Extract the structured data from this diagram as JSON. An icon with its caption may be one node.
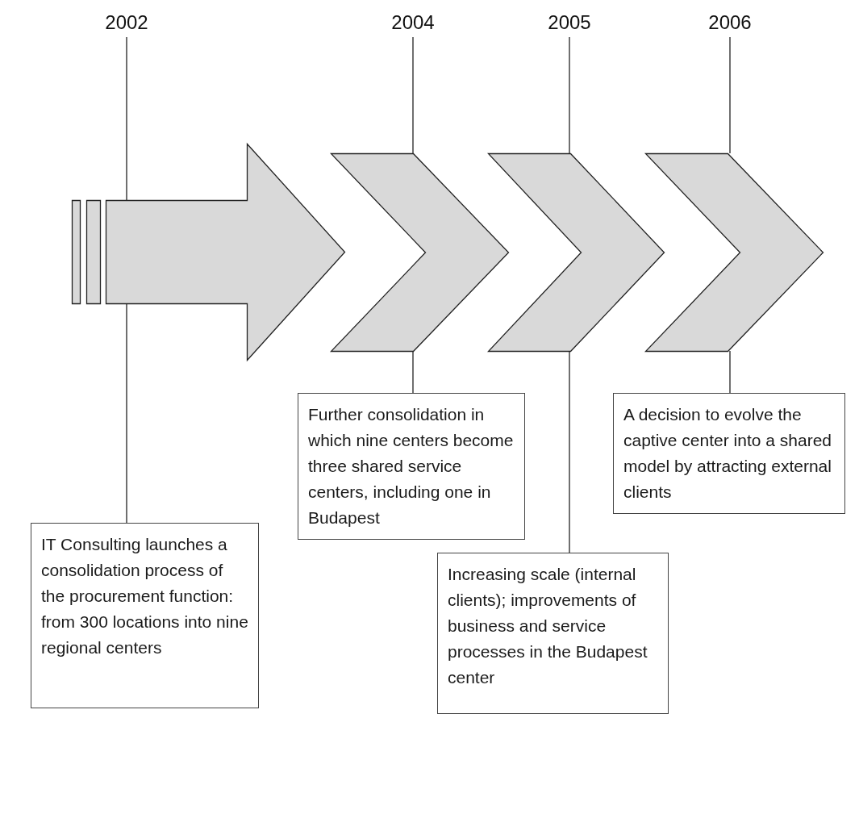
{
  "diagram": {
    "nodes": [
      {
        "text": [
          "2002"
        ]
      },
      {
        "text": [
          "2004"
        ]
      },
      {
        "text": [
          "2005"
        ]
      },
      {
        "text": [
          "2006"
        ]
      },
      {
        "text": [],
        "shape": "bar"
      },
      {
        "text": [],
        "shape": "bar"
      },
      {
        "text": [],
        "shape": "arrow"
      },
      {
        "text": [],
        "shape": "chevron"
      },
      {
        "text": [],
        "shape": "chevron"
      },
      {
        "text": [],
        "shape": "chevron"
      },
      {
        "text": [
          "Further consolidation in which nine centers become three shared service centers, including one in Budapest"
        ]
      },
      {
        "text": [
          "A decision to evolve the captive center into a shared model by attracting external clients"
        ]
      },
      {
        "text": [
          "IT Consulting launches a consolidation process of the procurement function: from 300 locations into nine regional centers"
        ]
      },
      {
        "text": [
          "Increasing scale (internal clients); improvements of business and service processes in the Budapest center"
        ]
      }
    ],
    "edges": [
      {
        "from": 0,
        "to": 6,
        "arrow": "none"
      },
      {
        "from": 6,
        "to": 12,
        "arrow": "none"
      },
      {
        "from": 1,
        "to": 7,
        "arrow": "none"
      },
      {
        "from": 7,
        "to": 10,
        "arrow": "none"
      },
      {
        "from": 2,
        "to": 8,
        "arrow": "none"
      },
      {
        "from": 8,
        "to": 13,
        "arrow": "none"
      },
      {
        "from": 3,
        "to": 9,
        "arrow": "none"
      },
      {
        "from": 9,
        "to": 11,
        "arrow": "none"
      }
    ]
  }
}
